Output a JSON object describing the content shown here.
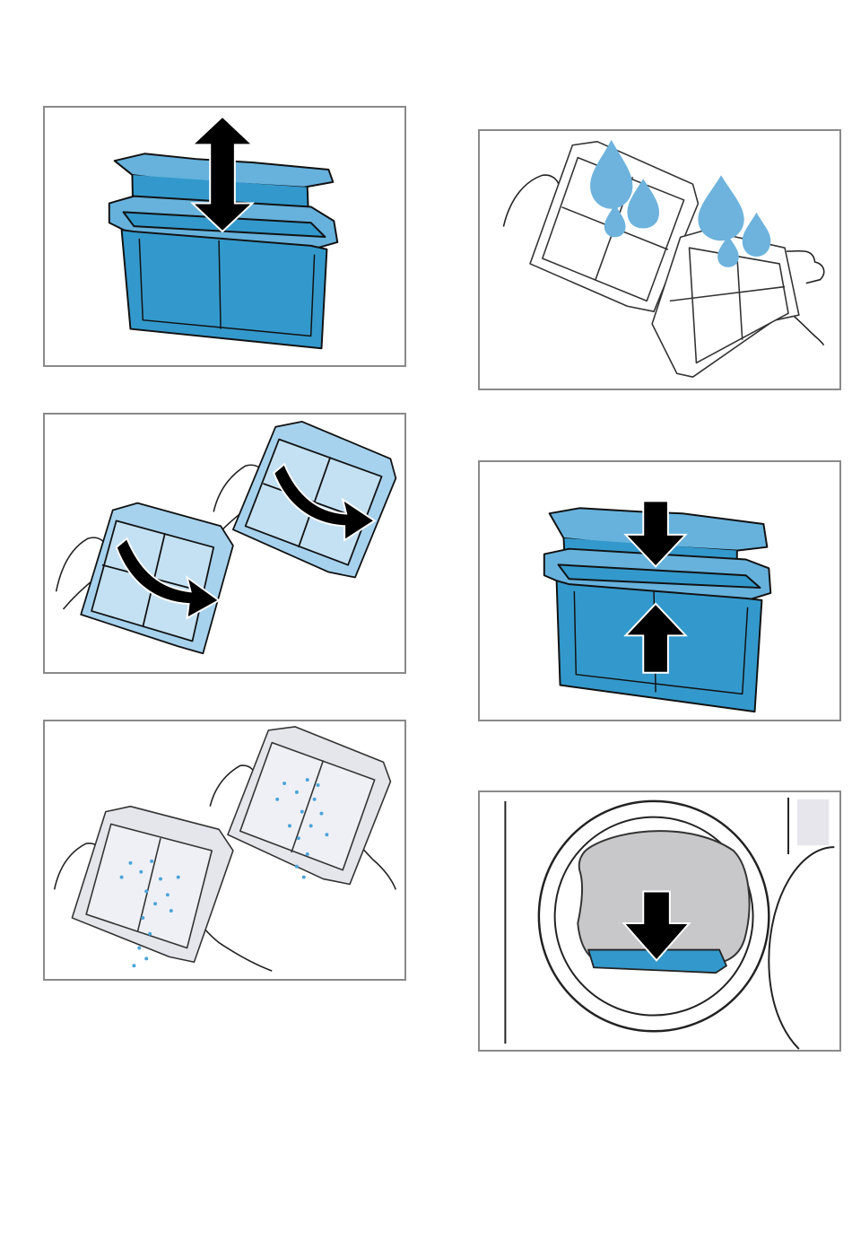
{
  "colors": {
    "frame": "#8a8a8a",
    "filter_blue": "#3399cc",
    "filter_light_blue": "#66b2dd",
    "filter_pale_blue": "#a6d2ee",
    "drop_blue": "#6db3dd",
    "speck_blue": "#4aa3d9",
    "arrow_black": "#000000",
    "door_gray": "#c8c8ca"
  },
  "icons": [
    "up-down-arrow-icon",
    "fold-arrow-icon",
    "water-drop-icon",
    "push-down-arrow-icon",
    "push-up-arrow-icon",
    "insert-arrow-icon"
  ],
  "panels": [
    {
      "id": "p1",
      "name": "remove-fluff-filter-panel",
      "icon": "up-down-arrow-icon"
    },
    {
      "id": "p2",
      "name": "open-fluff-filter-panel",
      "icon": "fold-arrow-icon"
    },
    {
      "id": "p3",
      "name": "remove-fluff-panel",
      "icon": "fluff-specks-icon"
    },
    {
      "id": "p4",
      "name": "rinse-fluff-filter-panel",
      "icon": "water-drop-icon"
    },
    {
      "id": "p5",
      "name": "assemble-fluff-filter-panel",
      "icon": "push-down-arrow-icon"
    },
    {
      "id": "p6",
      "name": "insert-fluff-filter-panel",
      "icon": "insert-arrow-icon"
    }
  ]
}
